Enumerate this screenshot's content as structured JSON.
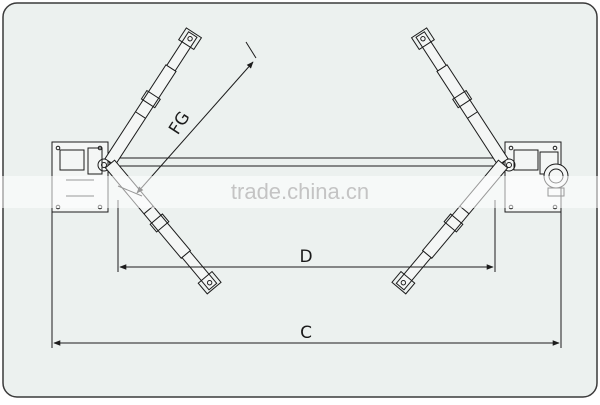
{
  "dimensions": {
    "arm_label": "FG",
    "inner_span_label": "D",
    "outer_span_label": "C"
  },
  "watermark": {
    "text": "trade.china.cn"
  },
  "colors": {
    "background": "#ecf1ef",
    "line": "#1c1c1c",
    "watermark_band": "#ffffff"
  }
}
